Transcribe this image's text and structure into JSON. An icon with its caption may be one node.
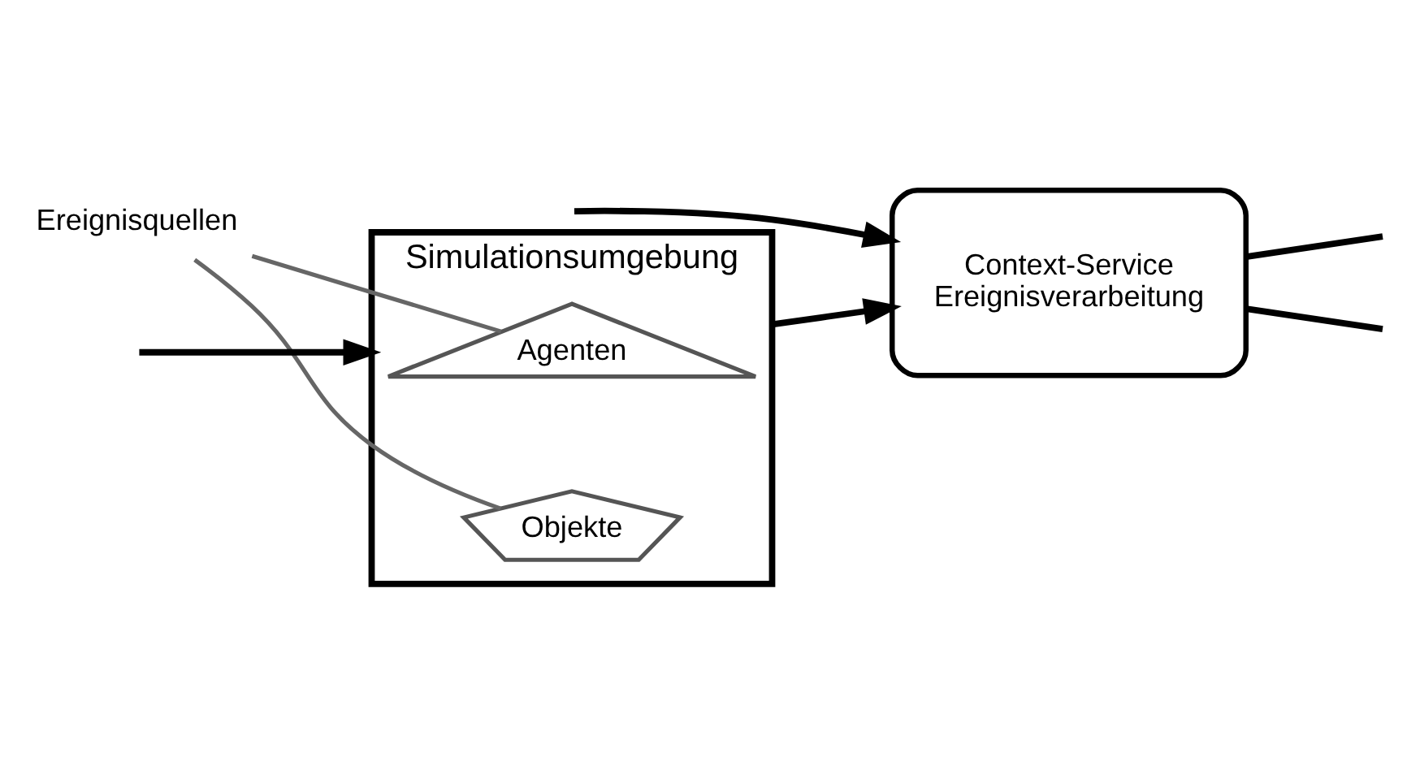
{
  "diagram": {
    "nodes": [
      {
        "text": [
          "Simulationsumgebung"
        ]
      },
      {
        "text": [
          "Agenten"
        ],
        "in": 0
      },
      {
        "text": [
          "Objekte"
        ],
        "in": 0
      },
      {
        "text": [
          "Context-Service",
          "Ereignisverarbeitung"
        ]
      },
      {
        "text": [
          "Ereignisquellen"
        ]
      }
    ],
    "edges": [
      {
        "from": null,
        "to": 3,
        "arrow": "to"
      },
      {
        "from": 3,
        "to": null,
        "arrow": "none"
      },
      {
        "from": 0,
        "to": 3,
        "arrow": "to"
      },
      {
        "from": 3,
        "to": null,
        "arrow": "none"
      },
      {
        "from": null,
        "to": 0,
        "arrow": "to"
      },
      {
        "from": 4,
        "to": 1,
        "arrow": "none",
        "color": "#666666"
      },
      {
        "from": 4,
        "to": 2,
        "arrow": "none",
        "color": "#666666"
      }
    ]
  }
}
